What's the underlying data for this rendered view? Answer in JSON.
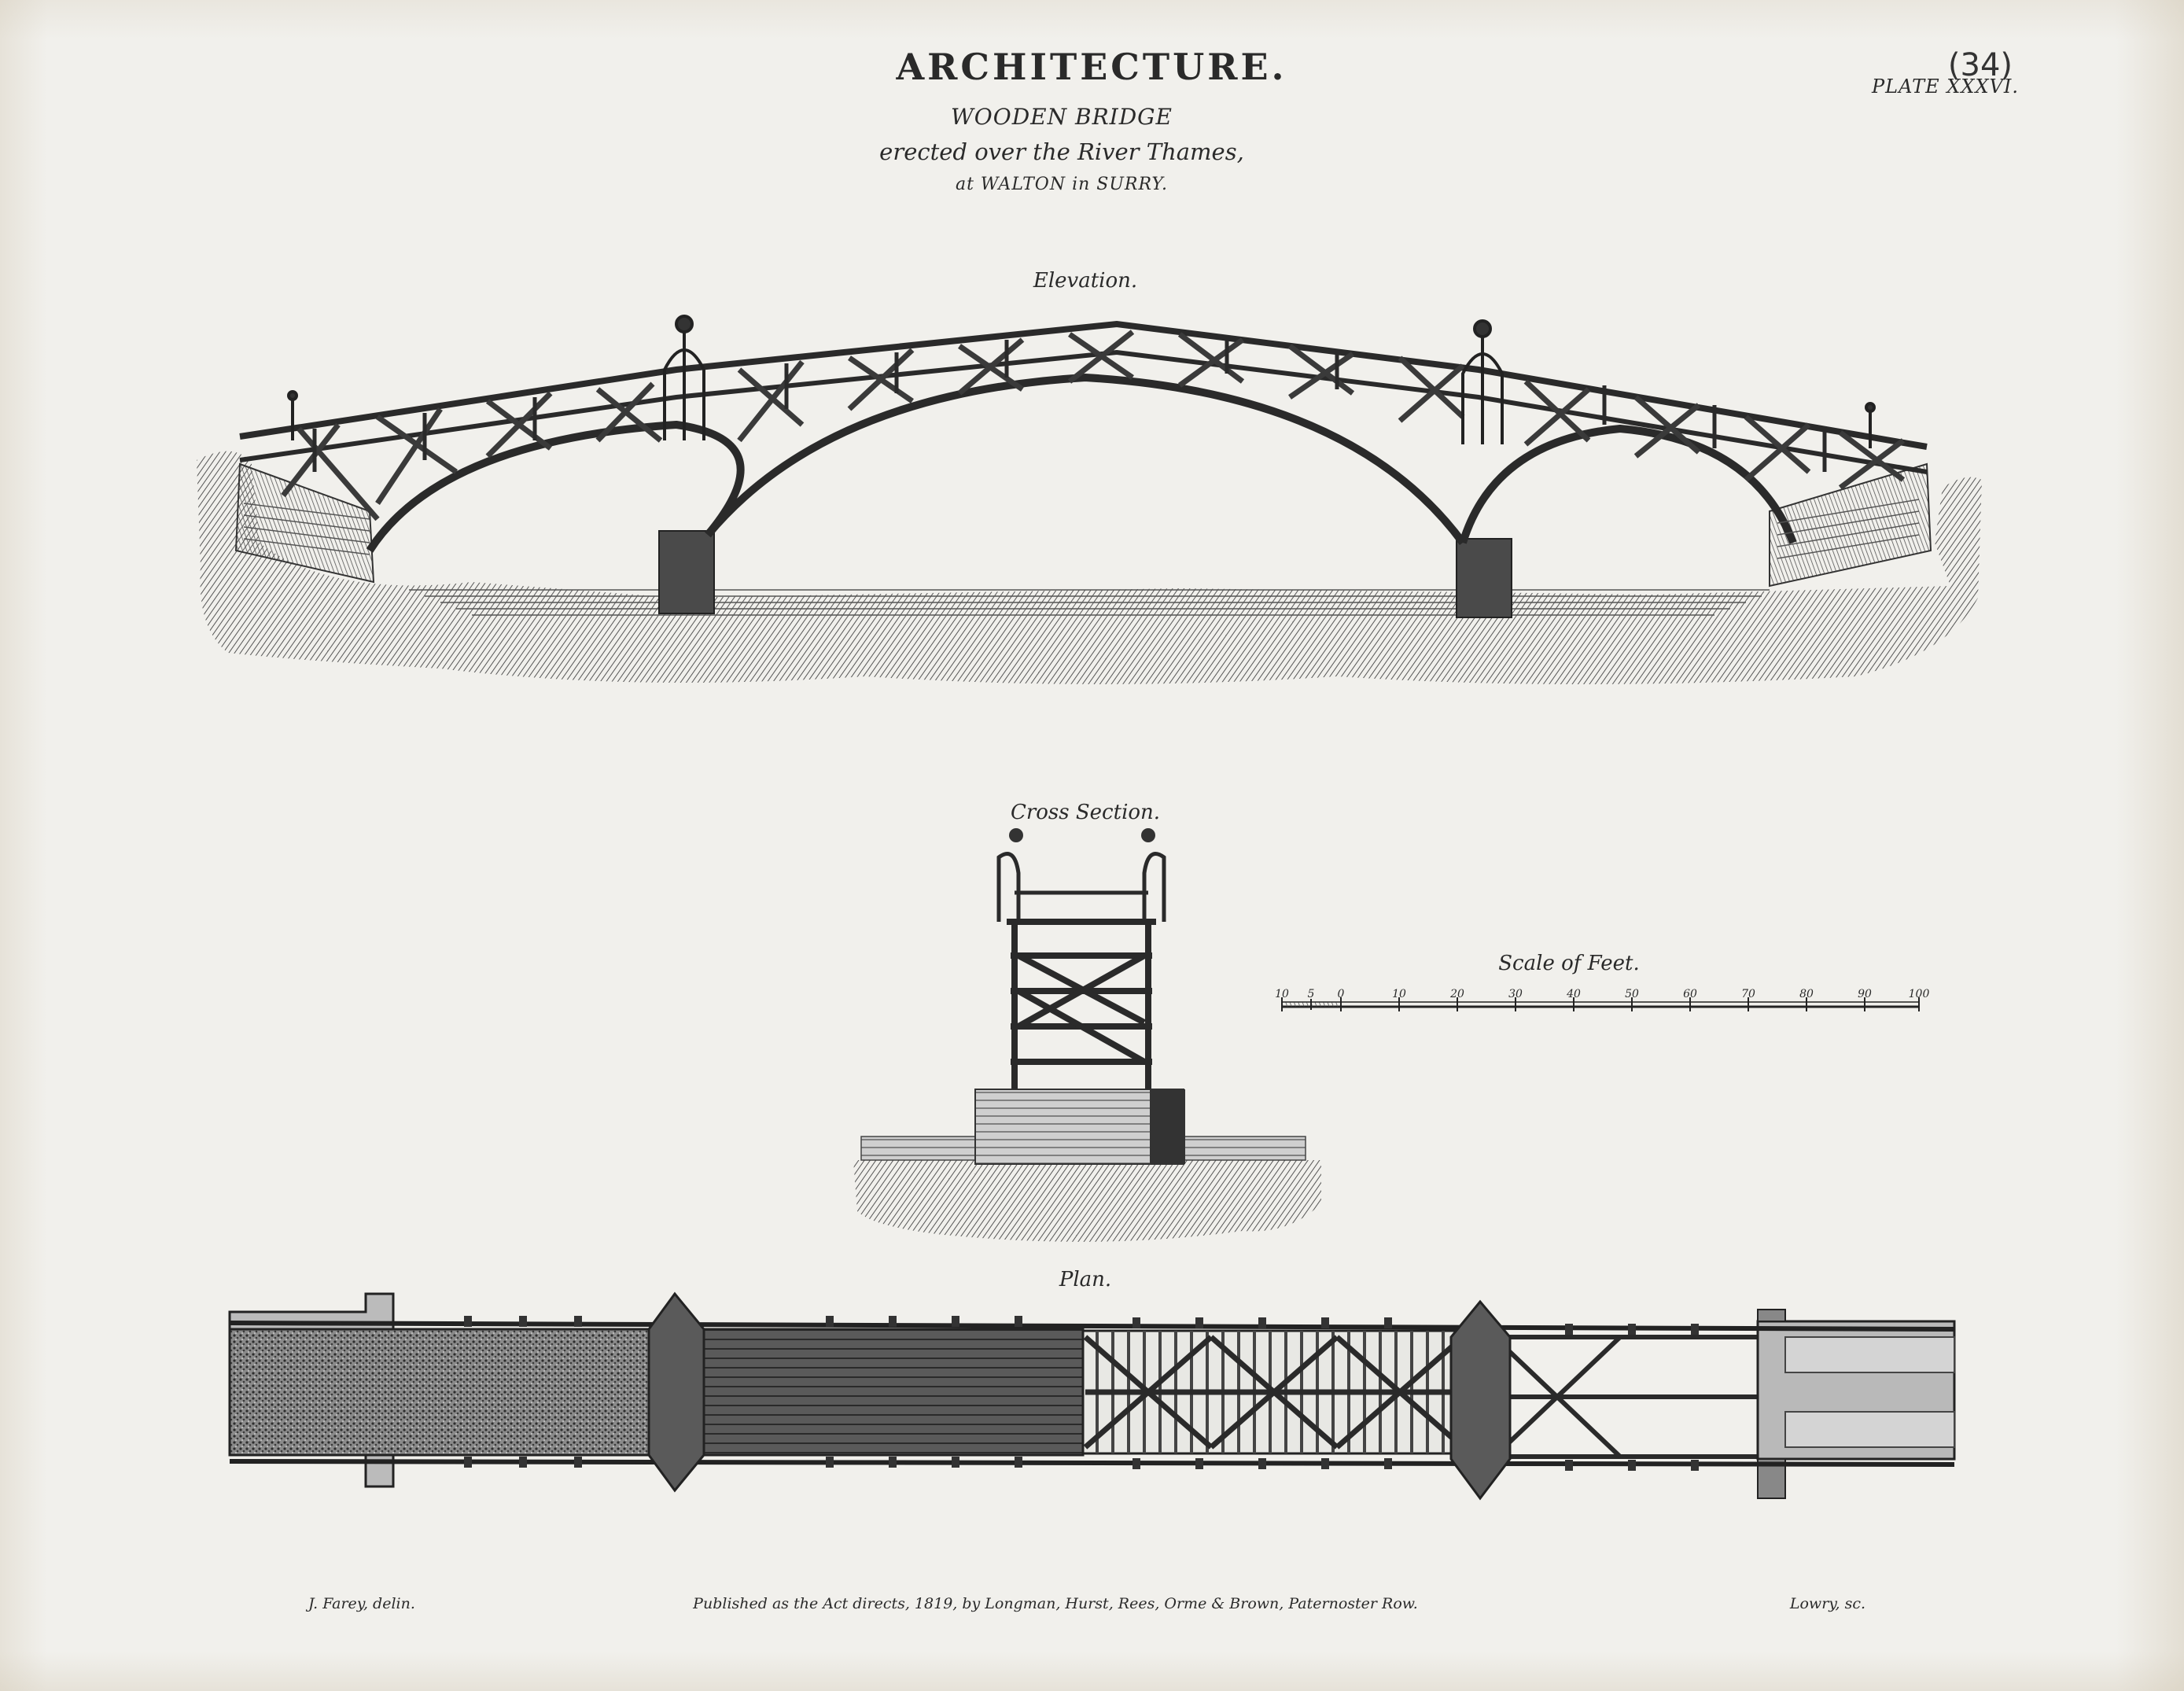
{
  "header": {
    "title": "ARCHITECTURE.",
    "subtitle_1": "WOODEN BRIDGE",
    "subtitle_2": "erected over the River Thames,",
    "subtitle_3": "at WALTON in SURRY.",
    "plate_label": "PLATE XXXVI.",
    "plate_number_handwritten": "(34)"
  },
  "figures": {
    "elevation_label": "Elevation.",
    "cross_section_label": "Cross Section.",
    "plan_label": "Plan.",
    "scale_label": "Scale of Feet."
  },
  "scale": {
    "ticks": [
      "10",
      "5",
      "0",
      "10",
      "20",
      "30",
      "40",
      "50",
      "60",
      "70",
      "80",
      "90",
      "100"
    ]
  },
  "footer": {
    "left": "J. Farey, delin.",
    "center": "Published as the Act directs, 1819, by Longman, Hurst, Rees, Orme & Brown, Paternoster Row.",
    "right": "Lowry, sc."
  },
  "colors": {
    "paper": "#f1f0ec",
    "ink": "#2a2a2a"
  }
}
